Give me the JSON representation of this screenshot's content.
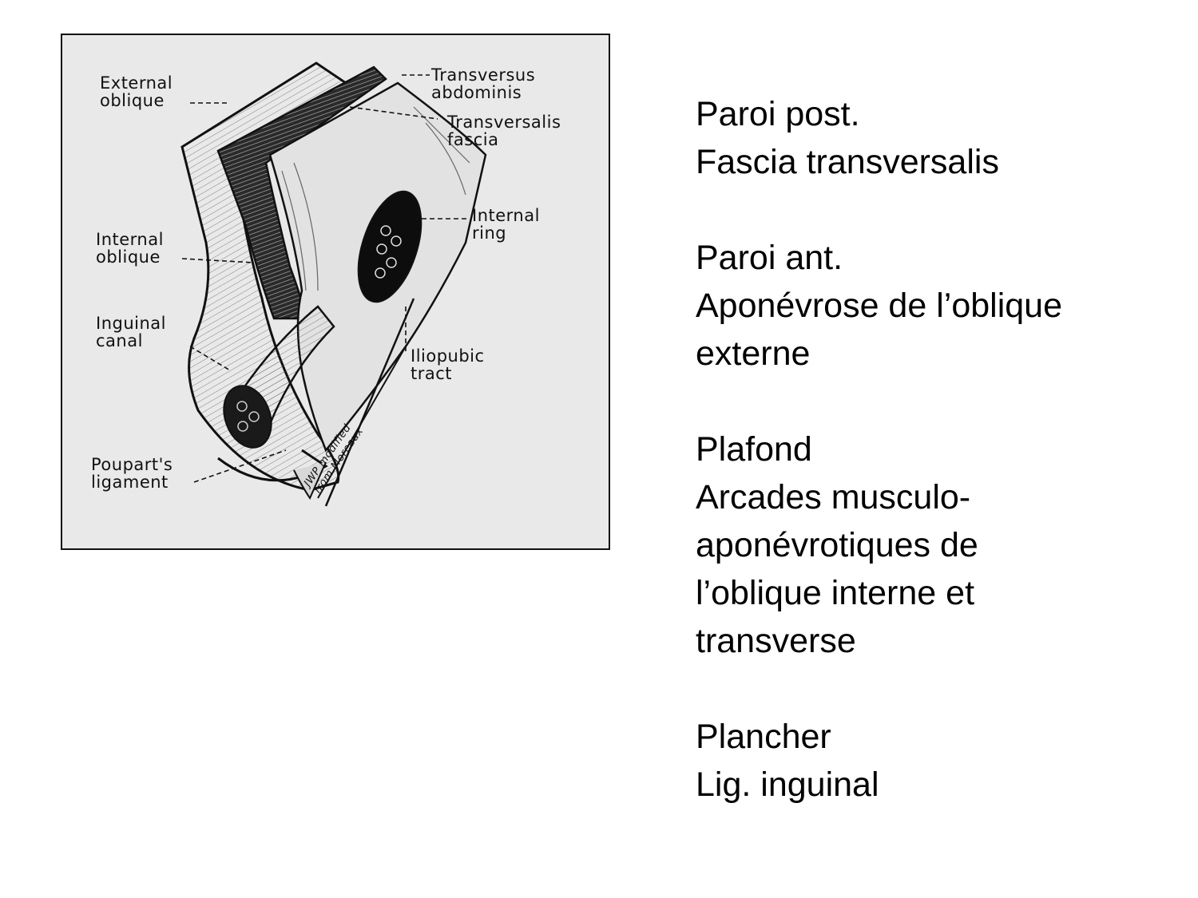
{
  "figure": {
    "labels": {
      "external_oblique": "External\noblique",
      "transversus_abdominis": "Transversus\nabdominis",
      "transversalis_fascia": "Transversalis\nfascia",
      "internal_ring": "Internal\nring",
      "internal_oblique": "Internal\noblique",
      "inguinal_canal": "Inguinal\ncanal",
      "iliopubic_tract": "Iliopubic\ntract",
      "pouparts_ligament": "Poupart's\nligament",
      "signature": "JWP modified\nfrom Moreaux"
    }
  },
  "notes": {
    "posterior_wall": {
      "title": "Paroi post.",
      "lines": [
        "Fascia transversalis"
      ]
    },
    "anterior_wall": {
      "title": "Paroi ant.",
      "lines": [
        "Aponévrose de l’oblique",
        "externe"
      ]
    },
    "roof": {
      "title": "Plafond",
      "lines": [
        "Arcades musculo-",
        "aponévrotiques de",
        "l’oblique interne et",
        "transverse"
      ]
    },
    "floor": {
      "title": "Plancher",
      "lines": [
        "Lig. inguinal"
      ]
    }
  }
}
